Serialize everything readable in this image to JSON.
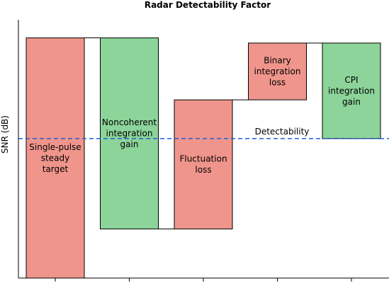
{
  "chart_data": {
    "type": "bar",
    "subtype": "waterfall",
    "title": "Radar Detectability Factor",
    "ylabel": "SNR (dB)",
    "xlabel": "",
    "grid": false,
    "ylim": [
      0,
      100
    ],
    "blocks": [
      {
        "label": [
          "Single-pulse",
          "steady",
          "target"
        ],
        "color": "#f0958c",
        "start": 0,
        "end": 93
      },
      {
        "label": [
          "Noncoherent",
          "integration",
          "gain"
        ],
        "color": "#8cd499",
        "start": 19,
        "end": 93
      },
      {
        "label": [
          "Fluctuation",
          "loss"
        ],
        "color": "#f0958c",
        "start": 19,
        "end": 69
      },
      {
        "label": [
          "Binary",
          "integration",
          "loss"
        ],
        "color": "#f0958c",
        "start": 69,
        "end": 91
      },
      {
        "label": [
          "CPI",
          "integration",
          "gain"
        ],
        "color": "#8cd499",
        "start": 54,
        "end": 91
      }
    ],
    "reference_line": {
      "label": "Detectability",
      "value": 54,
      "color": "#1f5fd6"
    },
    "xticks": 5
  }
}
